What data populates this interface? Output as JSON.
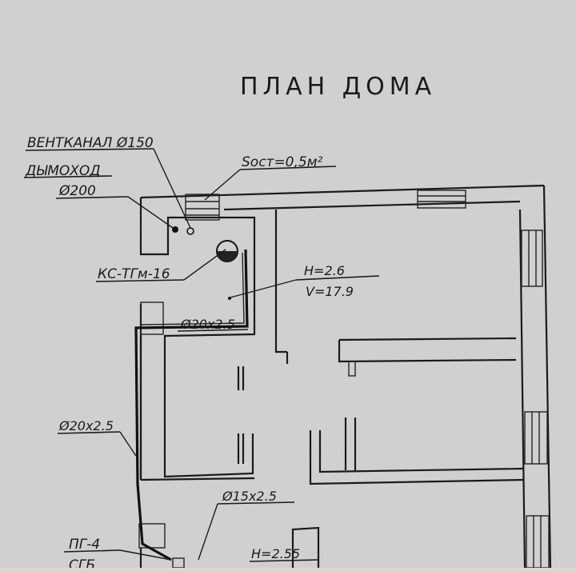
{
  "plan": {
    "title": "ПЛАН ДОМА",
    "labels": {
      "ventkanal": "ВЕНТКАНАЛ Ø150",
      "dymokhod_1": "ДЫМОХОД",
      "dymokhod_2": "Ø200",
      "s_ost": "Sост=0,5м²",
      "boiler": "КС-ТГм-16",
      "height_main": "Н=2.6",
      "volume_main": "V=17.9",
      "pipe_upper": "Ø20x2.5",
      "pipe_left": "Ø20x2.5",
      "pipe_lower": "Ø15x2.5",
      "meter": "ПГ-4",
      "meter_sub": "СГБ",
      "height_lower": "Н=2.55"
    }
  },
  "colors": {
    "paper": "#d8d8d6",
    "ink": "#1b1b1b"
  }
}
